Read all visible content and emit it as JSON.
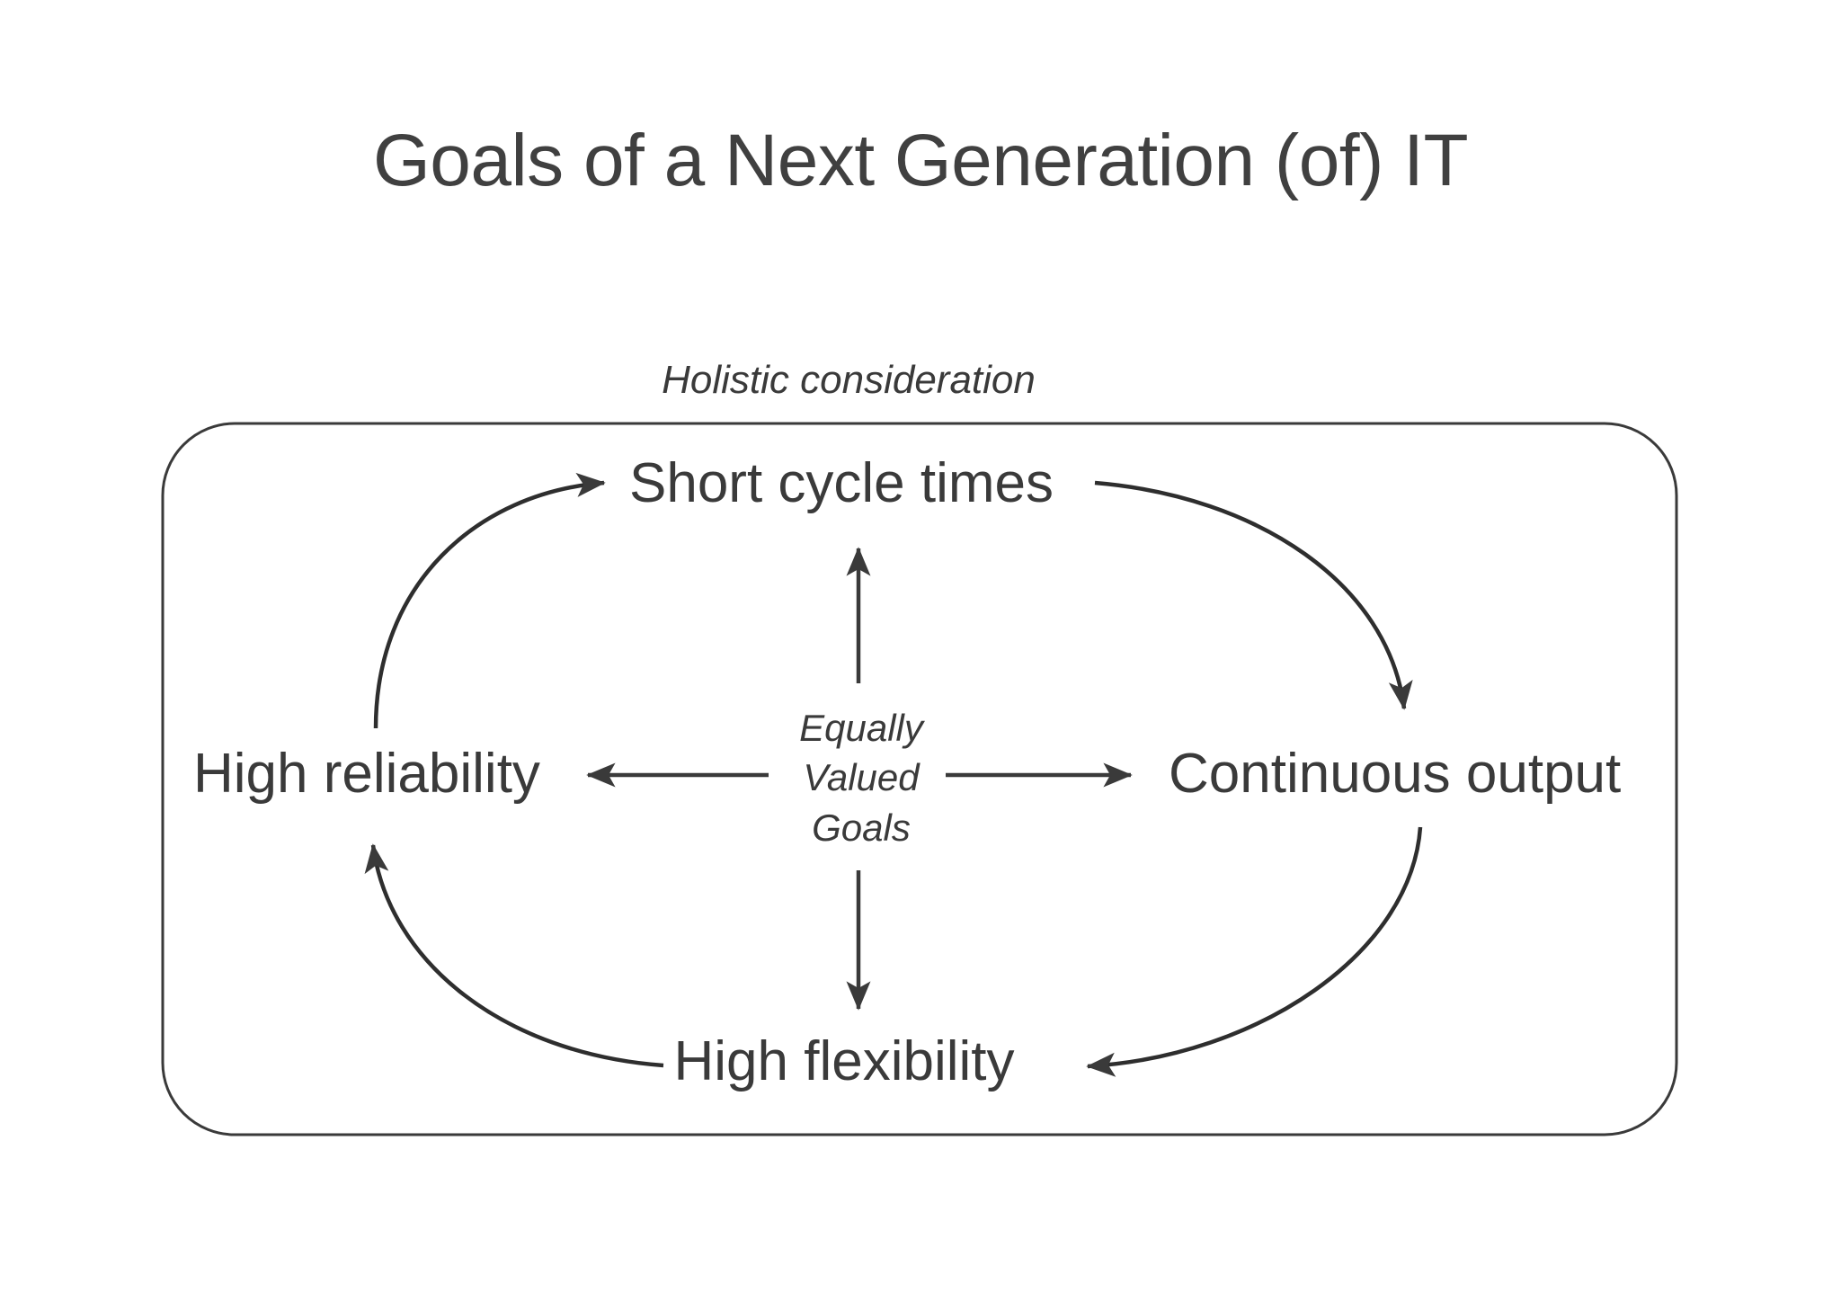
{
  "slide": {
    "title": "Goals of a Next Generation (of) IT",
    "background_color": "#ffffff",
    "ink_color": "#3a3a3a"
  },
  "diagram": {
    "boundary_label": "Holistic consideration",
    "center_label_lines": [
      "Equally",
      "Valued",
      "Goals"
    ],
    "nodes": {
      "top": "Short cycle times",
      "left": "High reliability",
      "right": "Continuous output",
      "bottom": "High flexibility"
    }
  },
  "chart_data": {
    "type": "diagram",
    "title": "Goals of a Next Generation (of) IT",
    "container": {
      "shape": "rounded-rectangle",
      "label": "Holistic consideration",
      "label_position": "above-top-center"
    },
    "nodes": [
      {
        "id": "short-cycle-times",
        "label": "Short cycle times",
        "position": "top"
      },
      {
        "id": "high-reliability",
        "label": "High reliability",
        "position": "left"
      },
      {
        "id": "continuous-output",
        "label": "Continuous output",
        "position": "right"
      },
      {
        "id": "high-flexibility",
        "label": "High flexibility",
        "position": "bottom"
      },
      {
        "id": "equally-valued-goals",
        "label": "Equally Valued Goals",
        "position": "center",
        "style": "italic"
      }
    ],
    "edges": [
      {
        "from": "high-reliability",
        "to": "short-cycle-times",
        "style": "curved",
        "direction": "clockwise"
      },
      {
        "from": "short-cycle-times",
        "to": "continuous-output",
        "style": "curved",
        "direction": "clockwise"
      },
      {
        "from": "continuous-output",
        "to": "high-flexibility",
        "style": "curved",
        "direction": "clockwise"
      },
      {
        "from": "high-flexibility",
        "to": "high-reliability",
        "style": "curved",
        "direction": "clockwise"
      },
      {
        "from": "equally-valued-goals",
        "to": "short-cycle-times",
        "style": "straight"
      },
      {
        "from": "equally-valued-goals",
        "to": "high-reliability",
        "style": "straight"
      },
      {
        "from": "equally-valued-goals",
        "to": "continuous-output",
        "style": "straight"
      },
      {
        "from": "equally-valued-goals",
        "to": "high-flexibility",
        "style": "straight"
      }
    ],
    "legend": [],
    "annotations": [
      "Holistic consideration",
      "Equally Valued Goals"
    ]
  }
}
